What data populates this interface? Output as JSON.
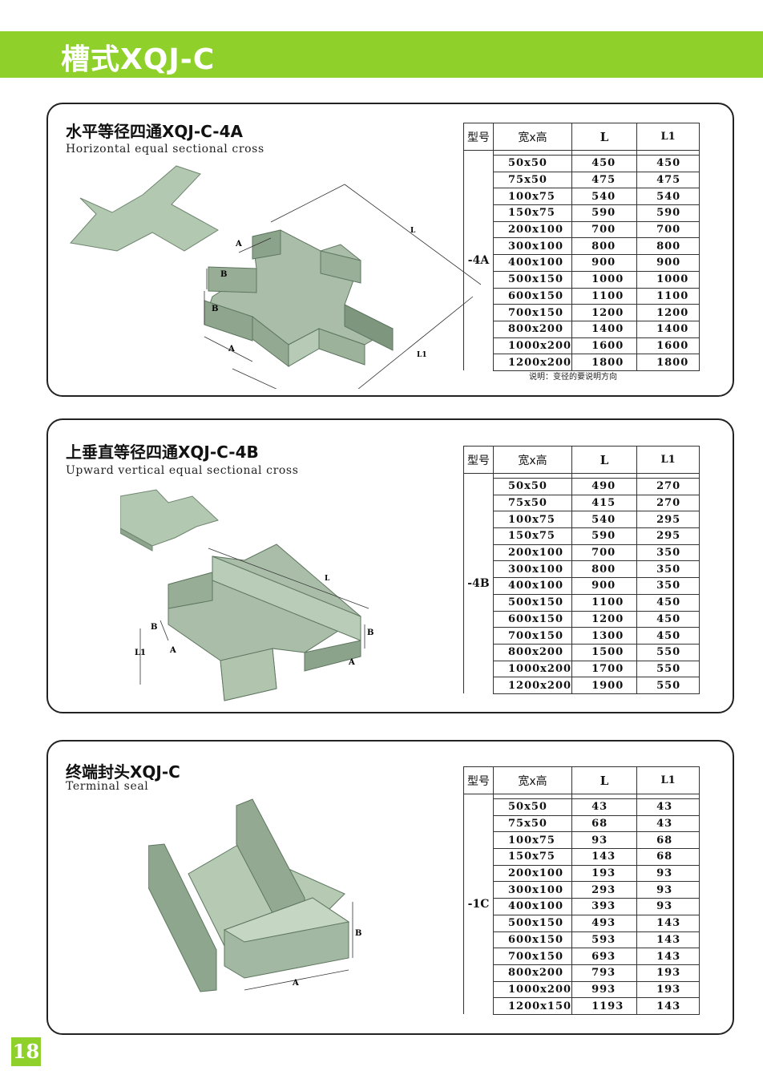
{
  "header": {
    "title": "槽式XQJ-C"
  },
  "sections": [
    {
      "title": "水平等径四通XQJ-C-4A",
      "subtitle": "Horizontal equal sectional cross",
      "table": {
        "headers": [
          "型号",
          "宽x高",
          "L",
          "L1"
        ],
        "model": "-4A",
        "rows": [
          [
            "50x50",
            "450",
            "450"
          ],
          [
            "75x50",
            "475",
            "475"
          ],
          [
            "100x75",
            "540",
            "540"
          ],
          [
            "150x75",
            "590",
            "590"
          ],
          [
            "200x100",
            "700",
            "700"
          ],
          [
            "300x100",
            "800",
            "800"
          ],
          [
            "400x100",
            "900",
            "900"
          ],
          [
            "500x150",
            "1000",
            "1000"
          ],
          [
            "600x150",
            "1100",
            "1100"
          ],
          [
            "700x150",
            "1200",
            "1200"
          ],
          [
            "800x200",
            "1400",
            "1400"
          ],
          [
            "1000x200",
            "1600",
            "1600"
          ],
          [
            "1200x200",
            "1800",
            "1800"
          ]
        ]
      },
      "note": "说明：变径的要说明方向",
      "dims": {
        "a": "A",
        "b": "B",
        "l": "L",
        "l1": "L1"
      }
    },
    {
      "title": "上垂直等径四通XQJ-C-4B",
      "subtitle": "Upward vertical equal sectional cross",
      "table": {
        "headers": [
          "型号",
          "宽x高",
          "L",
          "L1"
        ],
        "model": "-4B",
        "rows": [
          [
            "50x50",
            "490",
            "270"
          ],
          [
            "75x50",
            "415",
            "270"
          ],
          [
            "100x75",
            "540",
            "295"
          ],
          [
            "150x75",
            "590",
            "295"
          ],
          [
            "200x100",
            "700",
            "350"
          ],
          [
            "300x100",
            "800",
            "350"
          ],
          [
            "400x100",
            "900",
            "350"
          ],
          [
            "500x150",
            "1100",
            "450"
          ],
          [
            "600x150",
            "1200",
            "450"
          ],
          [
            "700x150",
            "1300",
            "450"
          ],
          [
            "800x200",
            "1500",
            "550"
          ],
          [
            "1000x200",
            "1700",
            "550"
          ],
          [
            "1200x200",
            "1900",
            "550"
          ]
        ]
      },
      "dims": {
        "a": "A",
        "b": "B",
        "l": "L",
        "l1": "L1"
      }
    },
    {
      "title": "终端封头XQJ-C",
      "subtitle": "Terminal seal",
      "table": {
        "headers": [
          "型号",
          "宽x高",
          "L",
          "L1"
        ],
        "model": "-1C",
        "rows": [
          [
            "50x50",
            "43",
            "43"
          ],
          [
            "75x50",
            "68",
            "43"
          ],
          [
            "100x75",
            "93",
            "68"
          ],
          [
            "150x75",
            "143",
            "68"
          ],
          [
            "200x100",
            "193",
            "93"
          ],
          [
            "300x100",
            "293",
            "93"
          ],
          [
            "400x100",
            "393",
            "93"
          ],
          [
            "500x150",
            "493",
            "143"
          ],
          [
            "600x150",
            "593",
            "143"
          ],
          [
            "700x150",
            "693",
            "143"
          ],
          [
            "800x200",
            "793",
            "193"
          ],
          [
            "1000x200",
            "993",
            "193"
          ],
          [
            "1200x150",
            "1193",
            "143"
          ]
        ]
      },
      "dims": {
        "a": "A",
        "b": "B"
      }
    }
  ],
  "page_number": "18",
  "colors": {
    "accent": "#8fd12a",
    "metal": "#a9bda8",
    "metal_dark": "#7f967f"
  }
}
